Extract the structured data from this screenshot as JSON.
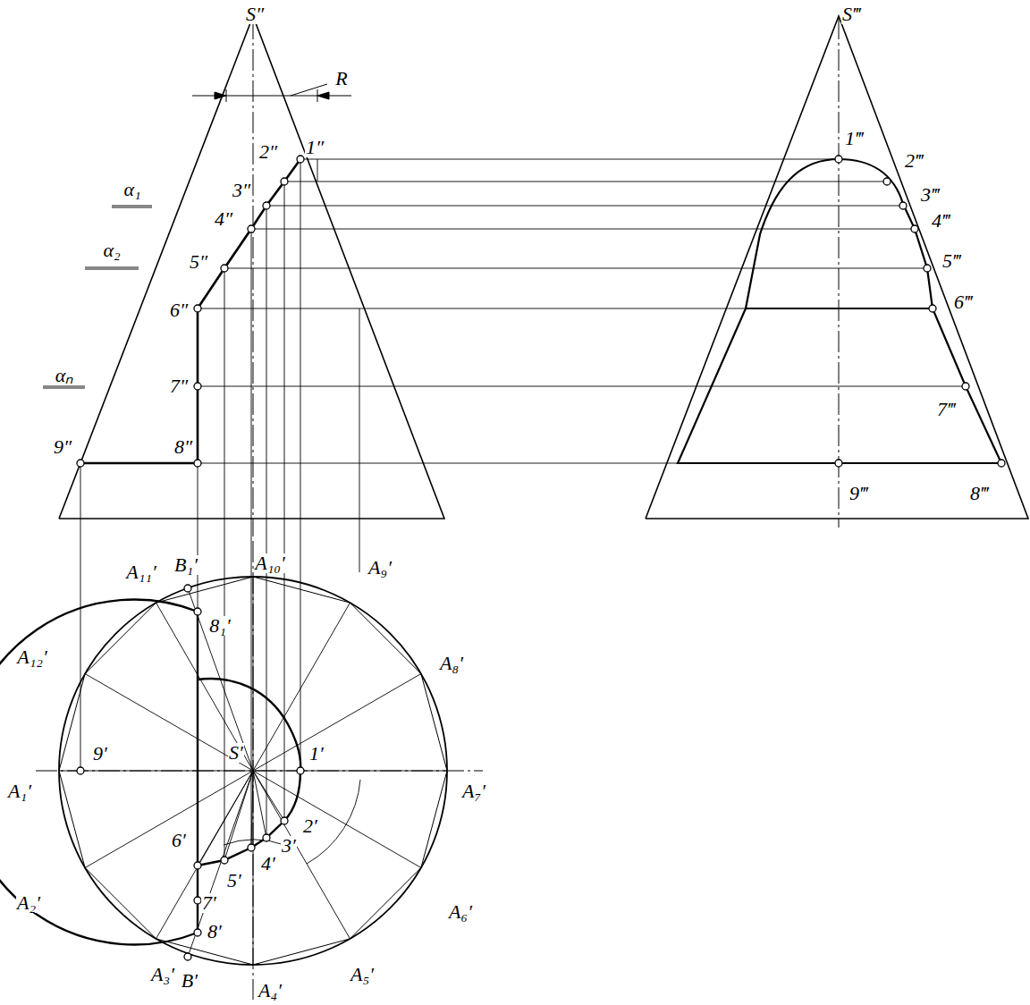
{
  "diagram": {
    "labels": [
      "S″",
      "R",
      "1″",
      "2″",
      "3″",
      "4″",
      "5″",
      "6″",
      "7″",
      "8″",
      "9″",
      "α₁",
      "α₂",
      "αₙ",
      "S‴",
      "1‴",
      "2‴",
      "3‴",
      "4‴",
      "5‴",
      "6‴",
      "7‴",
      "8‴",
      "9‴",
      "A₁₁′",
      "B₁′",
      "A₁₀′",
      "A₉′",
      "8₁′",
      "A₁₂′",
      "A₈′",
      "9′",
      "S′",
      "1′",
      "A₁′",
      "A₇′",
      "2′",
      "3′",
      "6′",
      "4′",
      "5′",
      "A₂′",
      "A₆′",
      "7′",
      "8′",
      "A₃′",
      "A₅′",
      "B′",
      "A₄′"
    ]
  }
}
